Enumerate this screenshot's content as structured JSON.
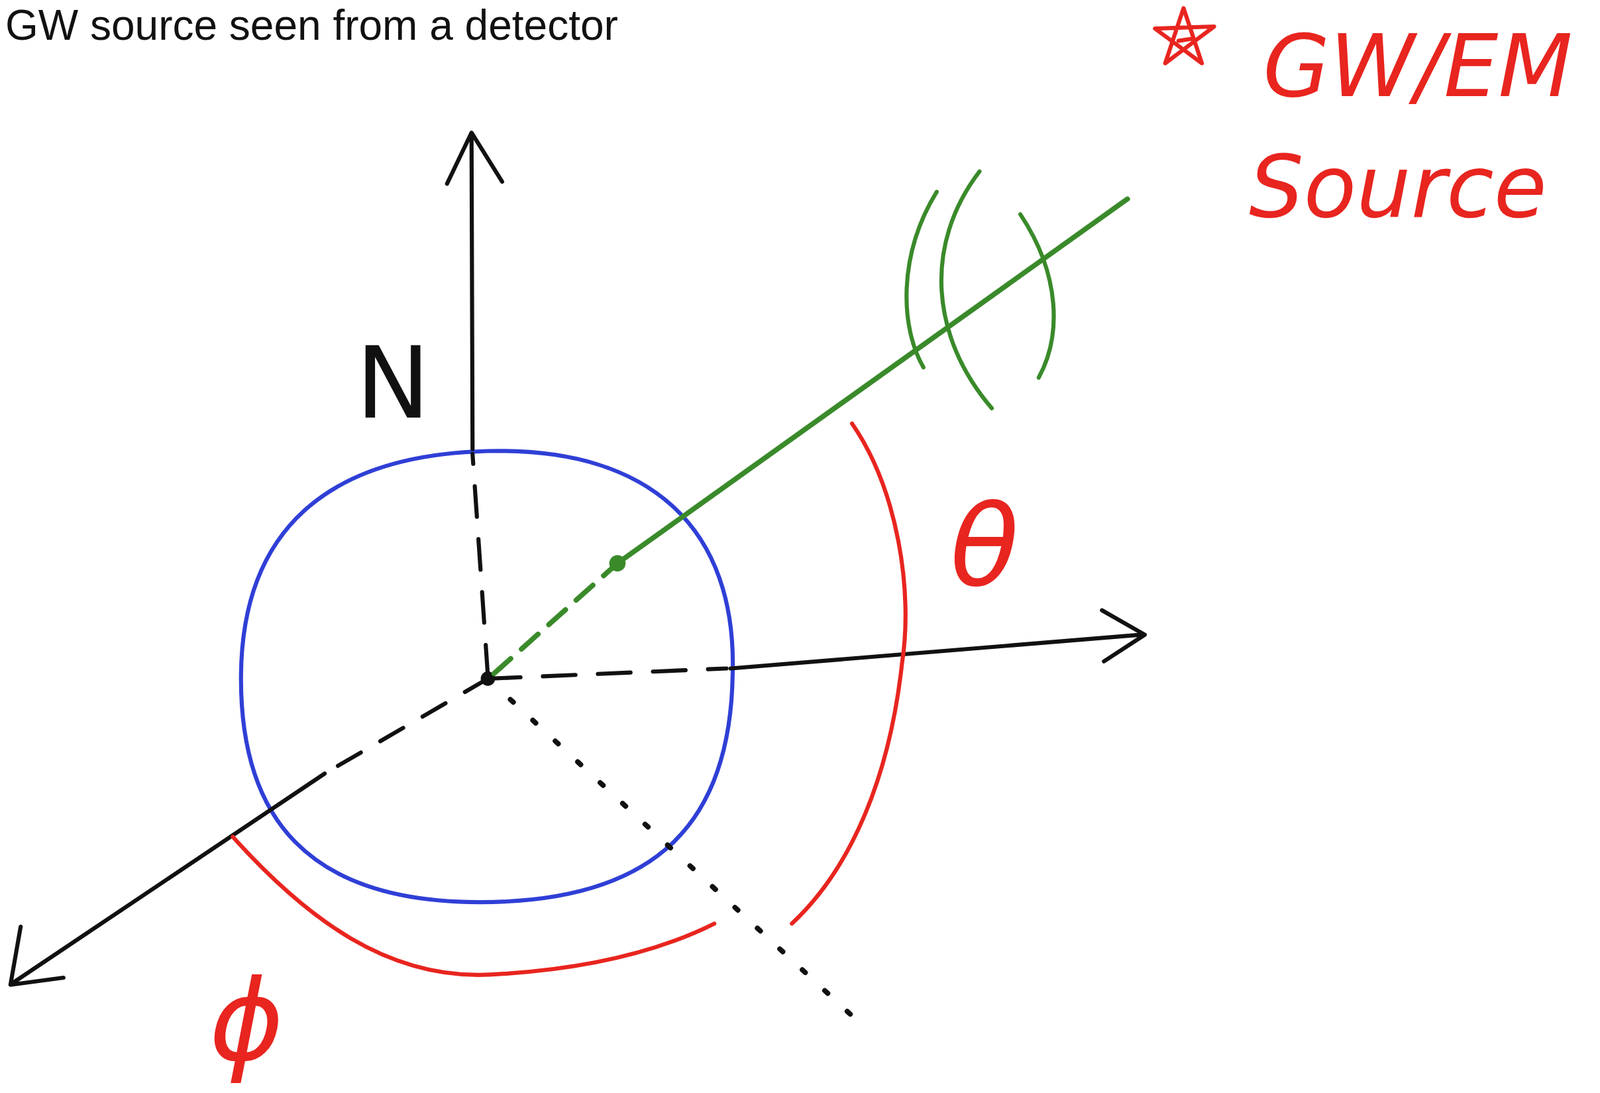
{
  "diagram": {
    "title": "GW source seen from a detector",
    "labels": [
      "N",
      "θ",
      "ϕ",
      "GW/EM",
      "Source"
    ]
  }
}
